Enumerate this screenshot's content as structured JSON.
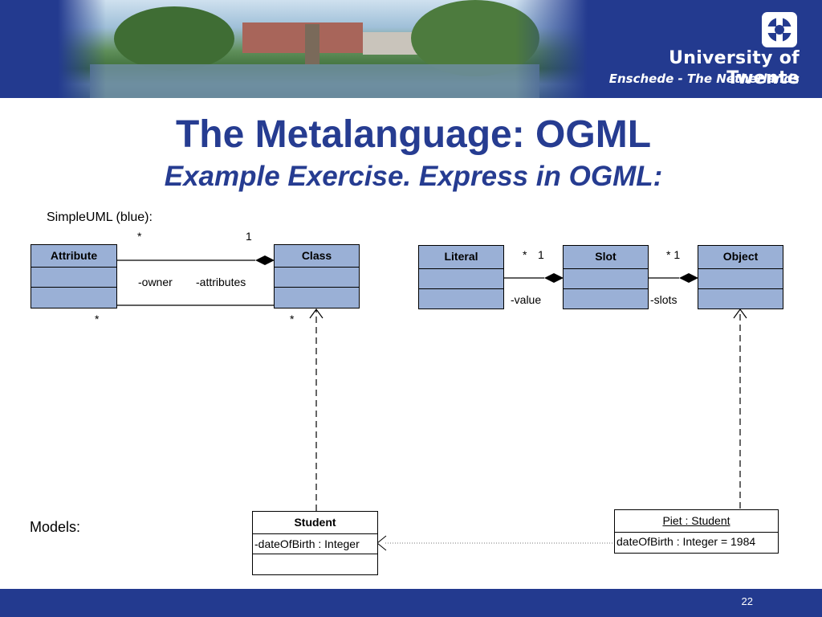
{
  "header": {
    "university": "University of Twente",
    "location": "Enschede - The Netherlands"
  },
  "slide": {
    "title": "The Metalanguage: OGML",
    "subtitle": "Example Exercise. Express in OGML:",
    "simpleuml_label": "SimpleUML (blue):",
    "models_label": "Models:",
    "page_number": "22"
  },
  "metamodel": {
    "attribute": {
      "name": "Attribute"
    },
    "class": {
      "name": "Class"
    },
    "literal": {
      "name": "Literal"
    },
    "slot": {
      "name": "Slot"
    },
    "object": {
      "name": "Object"
    },
    "assoc_attr_class": {
      "mult_attribute_end": "*",
      "mult_class_end": "1",
      "role_owner": "-owner",
      "role_attributes": "-attributes",
      "mult_lower_left": "*",
      "mult_lower_right": "*"
    },
    "assoc_literal_slot": {
      "mult_literal": "*",
      "mult_slot": "1",
      "role": "-value"
    },
    "assoc_slot_object": {
      "mult": "* 1",
      "role": "-slots"
    }
  },
  "models": {
    "student": {
      "name": "Student",
      "attribute": "-dateOfBirth : Integer"
    },
    "piet": {
      "name": "Piet : Student",
      "slot": "dateOfBirth : Integer = 1984"
    }
  },
  "colors": {
    "brand_blue": "#233a8f",
    "title_blue": "#263c91",
    "uml_fill": "#9ab0d6"
  }
}
